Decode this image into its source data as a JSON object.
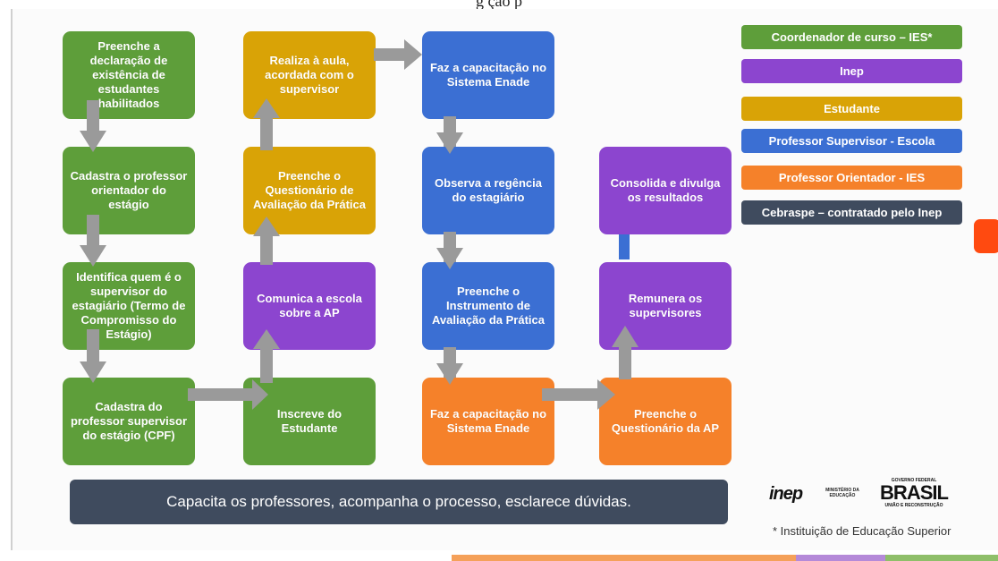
{
  "caption": "g                                                                  ção       p",
  "boxes": {
    "c1r1": "Preenche a declaração de existência de estudantes habilitados",
    "c1r2": "Cadastra o professor orientador do estágio",
    "c1r3": "Identifica quem é o supervisor do estagiário (Termo de Compromisso do Estágio)",
    "c1r4": "Cadastra do professor supervisor do estágio (CPF)",
    "c2r1": "Realiza à aula, acordada com o supervisor",
    "c2r2": "Preenche o Questionário de Avaliação da Prática",
    "c2r3": "Comunica a escola sobre a AP",
    "c2r4": "Inscreve do Estudante",
    "c3r1": "Faz a capacitação no Sistema Enade",
    "c3r2": "Observa a regência do estagiário",
    "c3r3": "Preenche o Instrumento de Avaliação da Prática",
    "c3r4": "Faz a capacitação no Sistema Enade",
    "c4r2": "Consolida e divulga os resultados",
    "c4r3": "Remunera os supervisores",
    "c4r4": "Preenche o Questionário da AP"
  },
  "legend": [
    {
      "label": "Coordenador de curso – IES*",
      "color": "#5e9e3a"
    },
    {
      "label": "Inep",
      "color": "#8c45cf"
    },
    {
      "label": "Estudante",
      "color": "#d9a306"
    },
    {
      "label": "Professor Supervisor - Escola",
      "color": "#3b6fd3"
    },
    {
      "label": "Professor Orientador - IES",
      "color": "#f5812a"
    },
    {
      "label": "Cebraspe – contratado pelo Inep",
      "color": "#3f4b5e"
    }
  ],
  "bottom_bar": "Capacita os professores, acompanha o processo, esclarece dúvidas.",
  "logos": {
    "inep": "inep",
    "mec": "MINISTÉRIO DA EDUCAÇÃO",
    "brasil_top": "GOVERNO FEDERAL",
    "brasil": "BRASIL",
    "brasil_bottom": "UNIÃO E RECONSTRUÇÃO"
  },
  "footnote": "* Instituição de Educação Superior",
  "colors": {
    "green": "#5e9e3a",
    "gold": "#d9a306",
    "blue": "#3b6fd3",
    "orange": "#f5812a",
    "purple": "#8c45cf",
    "slate": "#3f4b5e",
    "arrow": "#9a9a9a"
  }
}
